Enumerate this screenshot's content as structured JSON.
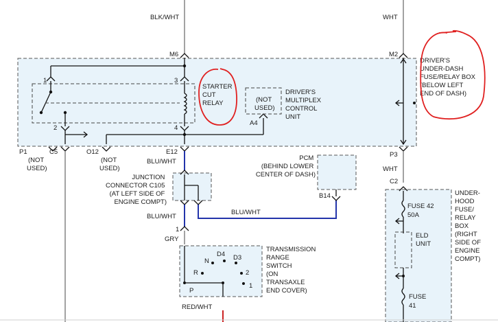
{
  "labels": {
    "top_left_wire": "BLK/WHT",
    "top_right_wire": "WHT",
    "m6": "M6",
    "m2": "M2",
    "pin1": "1",
    "pin3": "3",
    "pin2": "2",
    "pin4": "4",
    "starter_cut_relay": [
      "STARTER",
      "CUT",
      "RELAY"
    ],
    "not_used_a4": [
      "(NOT",
      "USED)"
    ],
    "a4": "A4",
    "drivers_multiplex": [
      "DRIVER'S",
      "MULTIPLEX",
      "CONTROL",
      "UNIT"
    ],
    "fuse_relay_box": [
      "DRIVER'S",
      "UNDER-DASH",
      "FUSE/RELAY BOX",
      "(BELOW LEFT",
      "END OF DASH)"
    ],
    "p1": "P1",
    "c5": "C5",
    "p1_not_used": [
      "(NOT",
      "USED)"
    ],
    "o12": "O12",
    "o12_not_used": [
      "(NOT",
      "USED)"
    ],
    "e12": "E12",
    "p3": "P3",
    "wht_mid": "WHT",
    "c2": "C2",
    "blu_wht_1": "BLU/WHT",
    "junction": [
      "JUNCTION",
      "CONNECTOR C105",
      "(AT LEFT SIDE OF",
      "ENGINE COMPT)"
    ],
    "blu_wht_2": "BLU/WHT",
    "blu_wht_3": "BLU/WHT",
    "pcm": [
      "PCM",
      "(BEHIND LOWER",
      "CENTER OF DASH)"
    ],
    "b14": "B14",
    "pin1_low": "1",
    "gry": "GRY",
    "trans_switch": [
      "TRANSMISSION",
      "RANGE",
      "SWITCH",
      "(ON",
      "TRANSAXLE",
      "END COVER)"
    ],
    "pos_n": "N",
    "pos_d4": "D4",
    "pos_d3": "D3",
    "pos_r": "R",
    "pos_2": "2",
    "pos_1": "1",
    "pos_p": "P",
    "red_wht": "RED/WHT",
    "underhood": [
      "UNDER-",
      "HOOD",
      "FUSE/",
      "RELAY",
      "BOX",
      "(RIGHT",
      "SIDE OF",
      "ENGINE",
      "COMPT)"
    ],
    "fuse42": [
      "FUSE 42",
      "50A"
    ],
    "eld": [
      "ELD",
      "UNIT"
    ],
    "fuse41": [
      "FUSE",
      "41"
    ]
  },
  "colors": {
    "box_fill": "#e8f3fa",
    "wire_blue": "#2233aa",
    "wire_red": "#cc2222",
    "annotation_red": "#e02020"
  }
}
